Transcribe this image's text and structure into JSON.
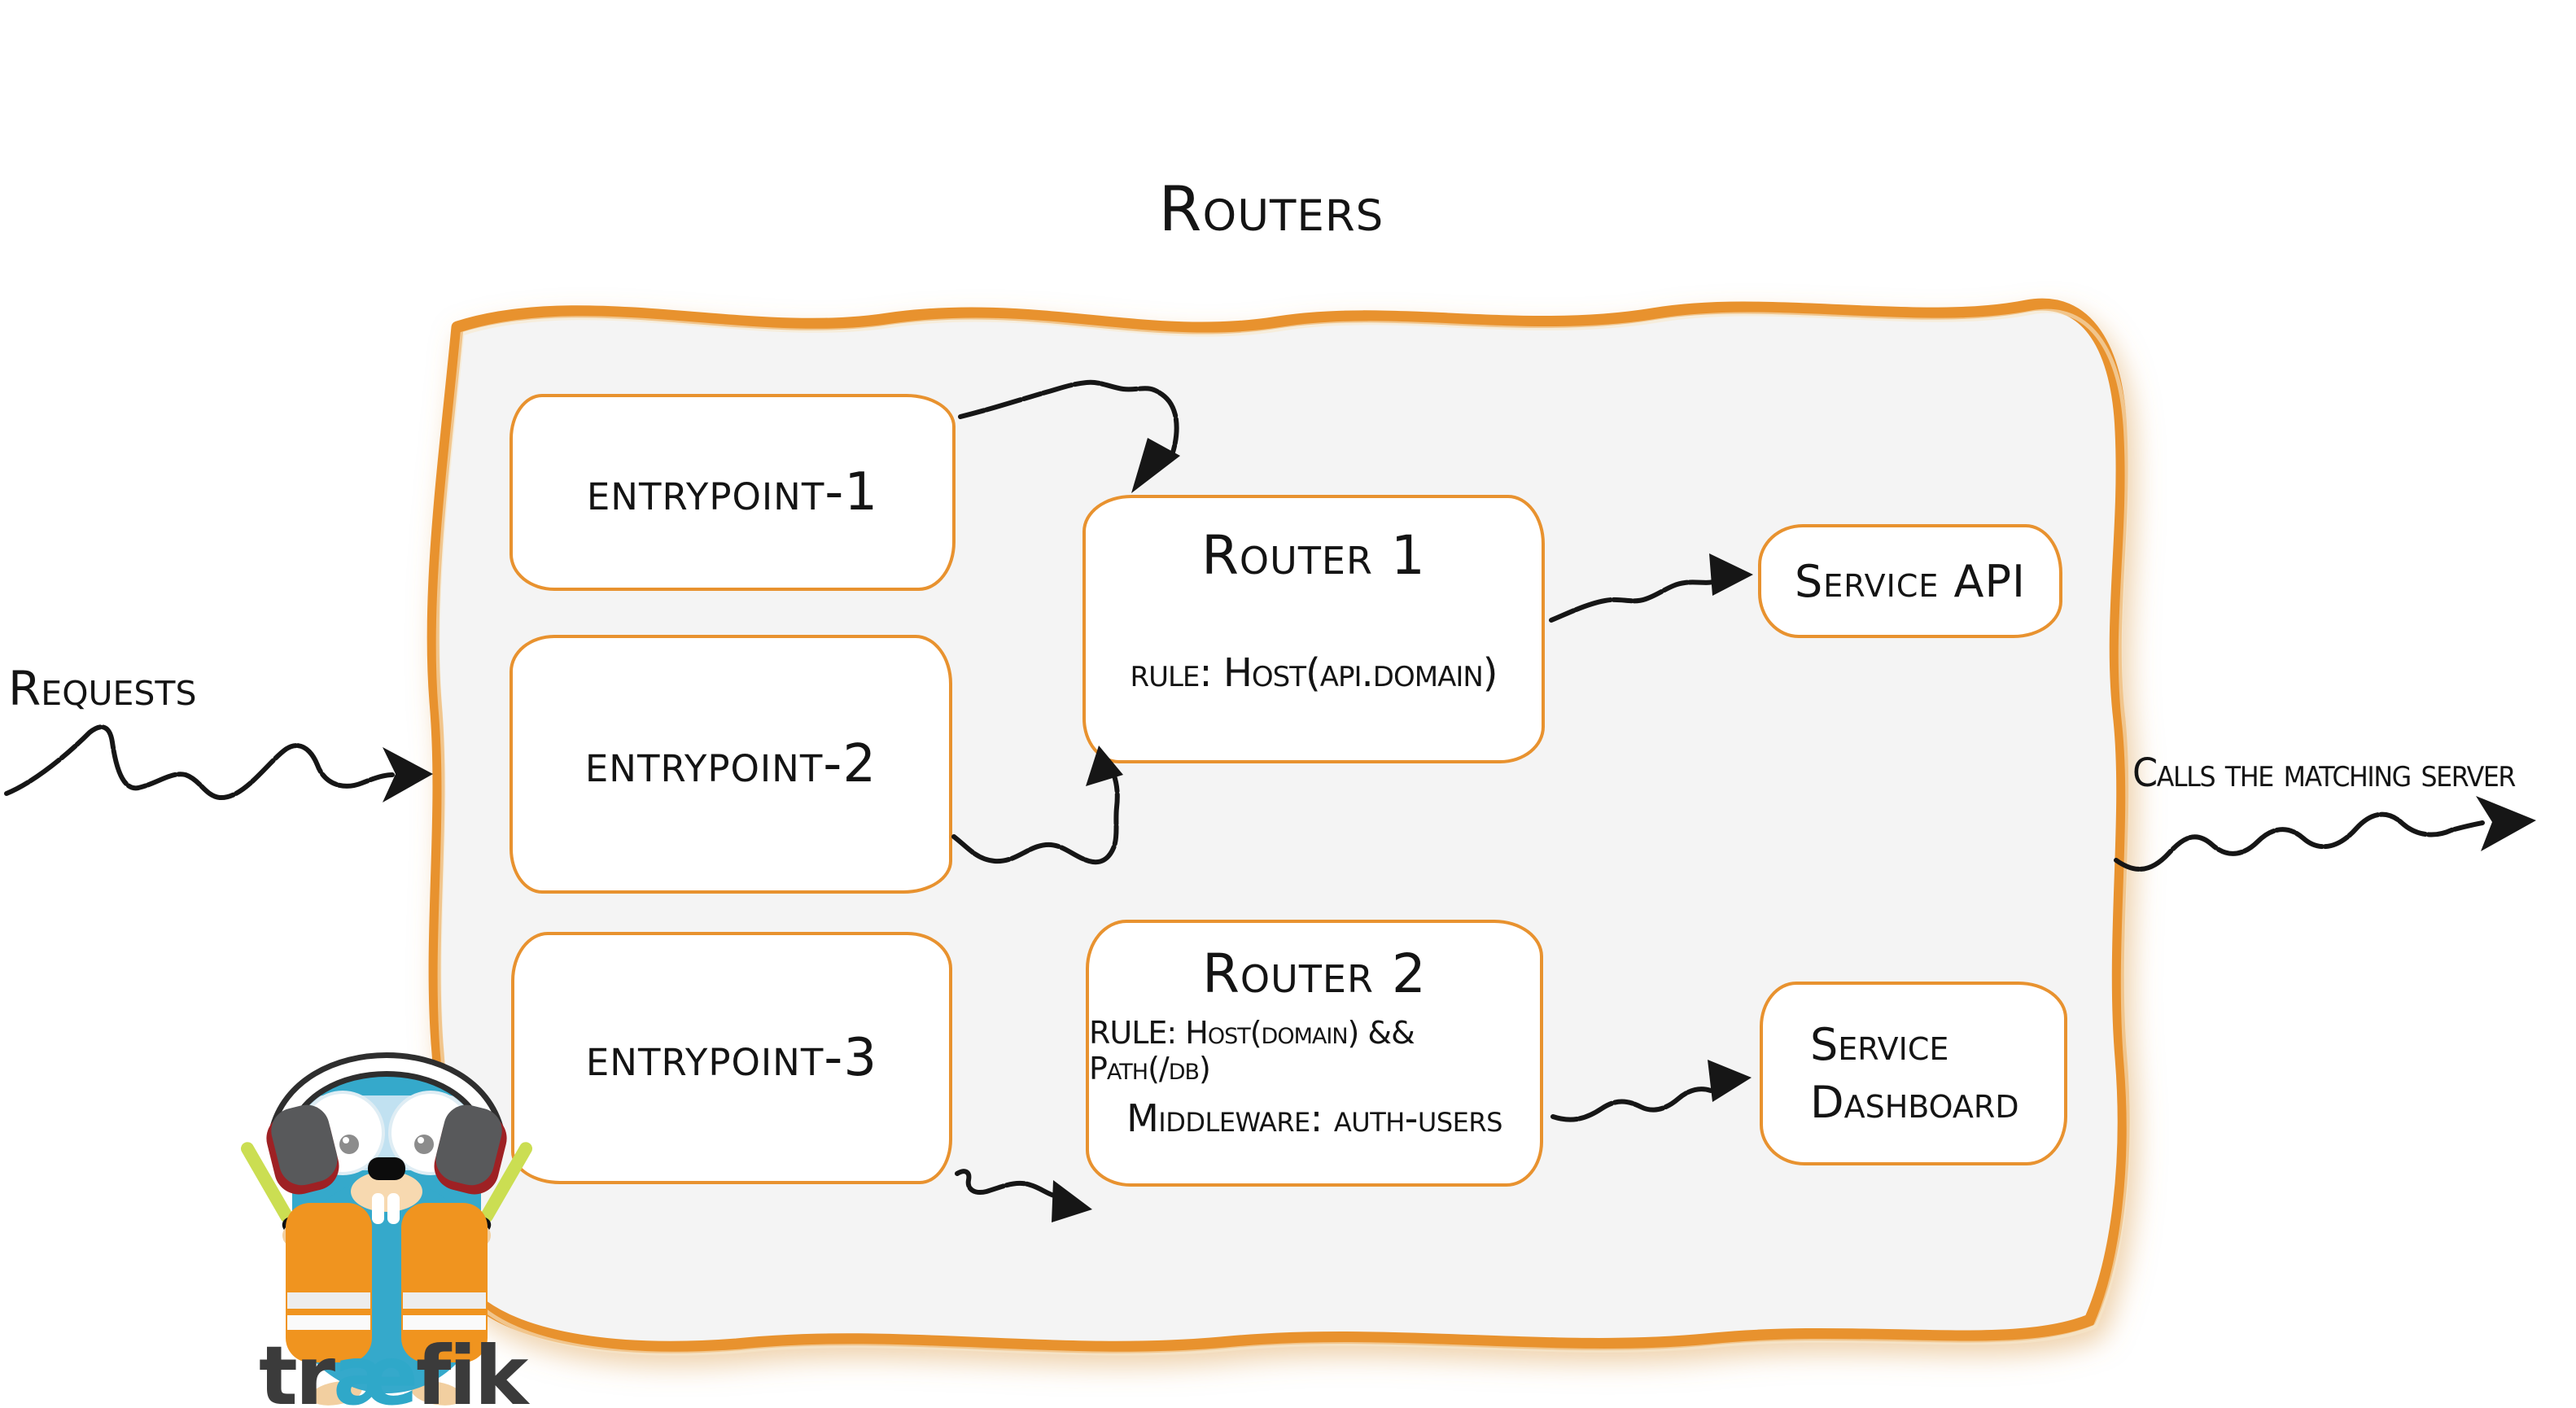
{
  "title": "Routers",
  "outside_labels": {
    "requests": "Requests",
    "calls": "Calls the matching server"
  },
  "entrypoints": [
    {
      "label": "entrypoint-1"
    },
    {
      "label": "entrypoint-2"
    },
    {
      "label": "entrypoint-3"
    }
  ],
  "routers": [
    {
      "title": "Router 1",
      "rule": "rule: Host(api.domain)"
    },
    {
      "title": "Router 2",
      "rule": "RULE: Host(domain) && Path(/db)",
      "middleware": "Middleware: auth-users"
    }
  ],
  "services": [
    {
      "lines": [
        "Service API"
      ]
    },
    {
      "lines": [
        "Service",
        "Dashboard"
      ]
    }
  ],
  "logo": {
    "pre": "tr",
    "ligature": "æ",
    "post": "fik"
  },
  "colors": {
    "orange": "#E8922F",
    "panel_fill": "#F4F4F4",
    "ink": "#141414",
    "teal": "#2FA8C9",
    "logo_dark": "#3B3B3B",
    "vest_orange": "#F0941F",
    "wand_green": "#CBDE52"
  }
}
